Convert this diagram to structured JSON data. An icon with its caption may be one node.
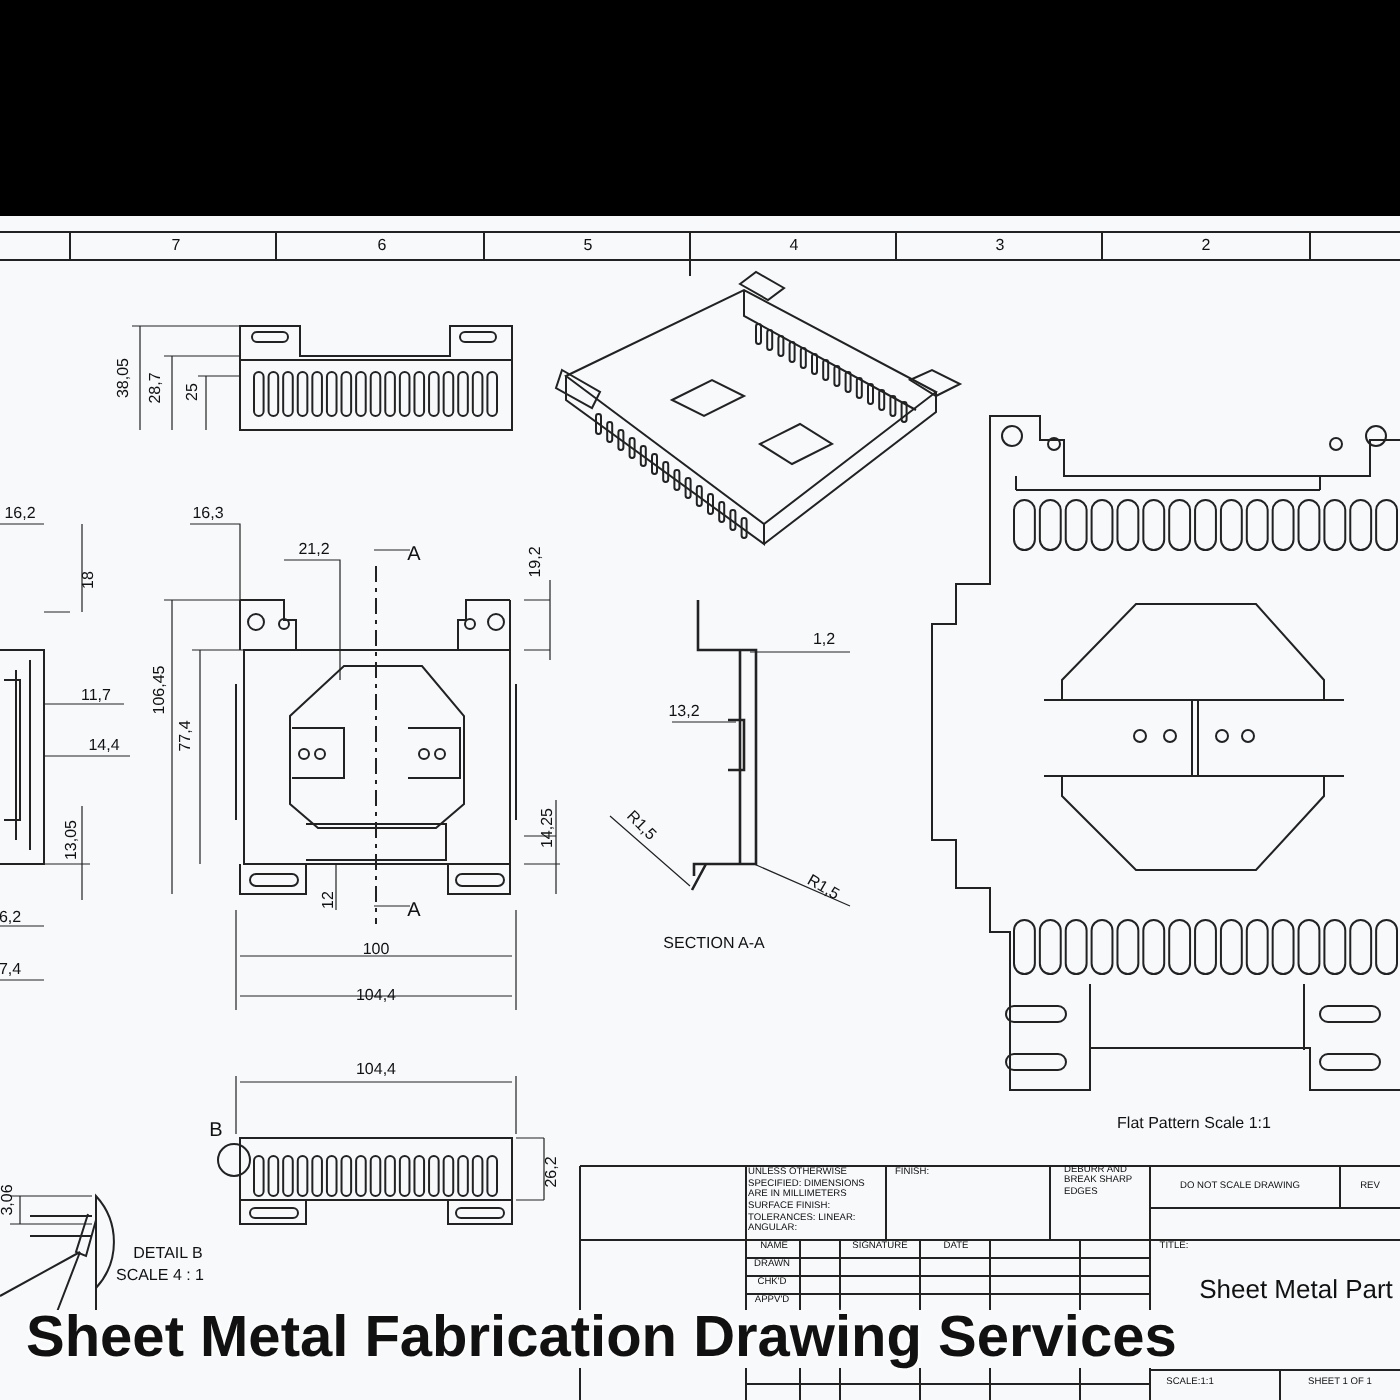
{
  "diagram": {
    "title": "Sheet Metal Fabrication Drawing Services",
    "labels": [
      "7",
      "6",
      "5",
      "4",
      "3",
      "2",
      "38,05",
      "28,7",
      "25",
      "16,2",
      "18",
      "11,7",
      "14,4",
      "13,05",
      "6,2",
      "7,4",
      "16,3",
      "21,2",
      "A",
      "19,2",
      "106,45",
      "77,4",
      "14,25",
      "12",
      "A",
      "100",
      "104,4",
      "1,2",
      "13,2",
      "R1,5",
      "R1,5",
      "SECTION A-A",
      "Flat Pattern Scale 1:1",
      "104,4",
      "B",
      "26,2",
      "3,06",
      "DETAIL B",
      "SCALE 4 : 1",
      "UNLESS OTHERWISE SPECIFIED: DIMENSIONS ARE IN MILLIMETERS SURFACE FINISH: TOLERANCES: LINEAR: ANGULAR:",
      "FINISH:",
      "DEBURR AND BREAK SHARP EDGES",
      "DO NOT SCALE DRAWING",
      "REV",
      "NAME",
      "SIGNATURE",
      "DATE",
      "DRAWN",
      "CHK'D",
      "APPV'D",
      "TITLE:",
      "Sheet Metal Part",
      "SCALE:1:1",
      "SHEET 1 OF 1"
    ]
  }
}
